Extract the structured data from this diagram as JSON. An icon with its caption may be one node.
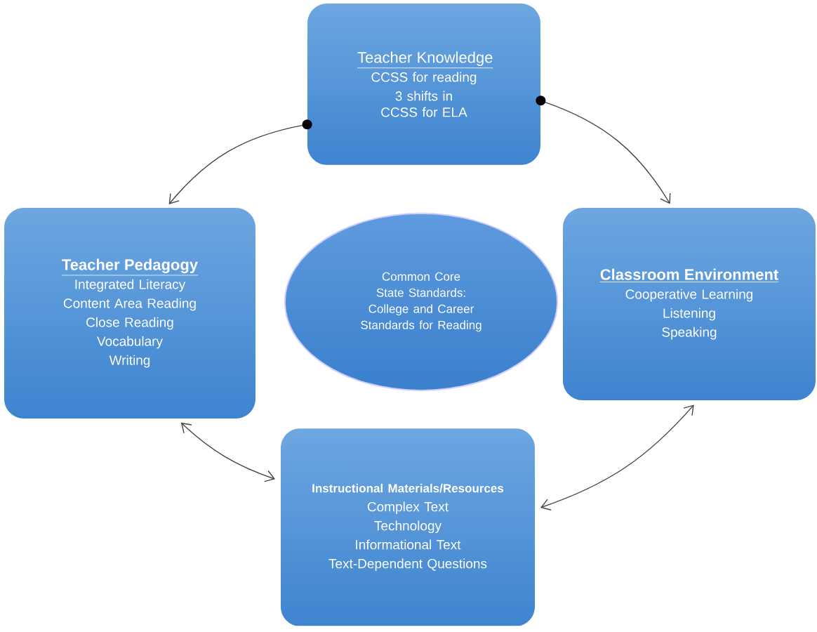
{
  "diagram": {
    "nodes": [
      {
        "text": [
          "Teacher Knowledge",
          "CCSS for reading",
          "3 shifts in CCSS for ELA"
        ]
      },
      {
        "text": [
          "Teacher Pedagogy",
          "Integrated Literacy",
          "Content Area Reading",
          "Close Reading",
          "Vocabulary",
          "Writing"
        ]
      },
      {
        "text": [
          "Common Core State Standards: College and Career Standards for Reading"
        ]
      },
      {
        "text": [
          "Classroom Environment",
          "Cooperative Learning",
          "Listening",
          "Speaking"
        ]
      },
      {
        "text": [
          "Instructional Materials/Resources",
          "Complex Text",
          "Technology",
          "Informational Text",
          "Text-Dependent Questions"
        ]
      }
    ],
    "edges": [
      {
        "from": 0,
        "to": 1,
        "arrow": "to"
      },
      {
        "from": 0,
        "to": 3,
        "arrow": "to"
      },
      {
        "from": 1,
        "to": 4,
        "arrow": "both"
      },
      {
        "from": 3,
        "to": 4,
        "arrow": "both"
      }
    ]
  }
}
